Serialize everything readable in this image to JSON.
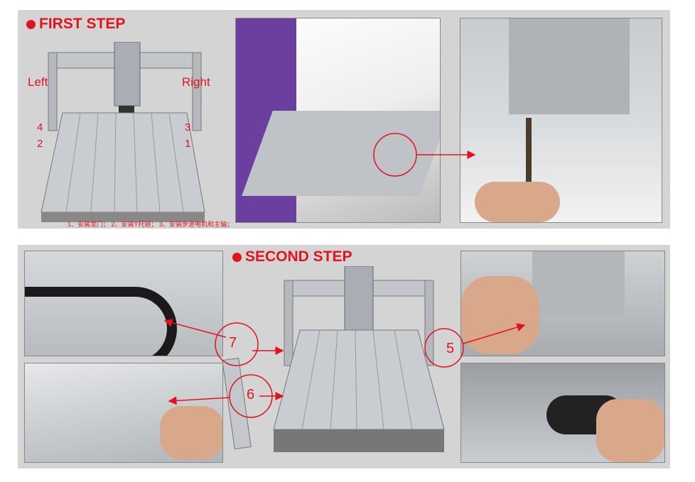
{
  "first_step": {
    "title": "FIRST STEP",
    "left_label": "Left",
    "right_label": "Right",
    "markers": [
      "4",
      "3",
      "2",
      "1"
    ],
    "caption": "1、安装龙门； 2、安装Y托链； 3、安装步进电机和主轴；"
  },
  "second_step": {
    "title": "SECOND STEP",
    "markers": [
      "7",
      "6",
      "5"
    ]
  },
  "colors": {
    "accent": "#e0141e",
    "panel": "#d4d4d4",
    "aluminum": "#b9bec4"
  }
}
